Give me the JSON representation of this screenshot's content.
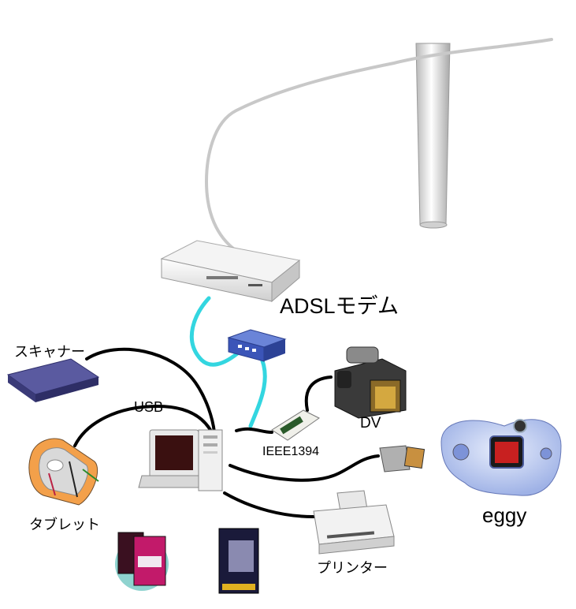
{
  "labels": {
    "adsl_modem": "ADSLモデム",
    "scanner": "スキャナー",
    "usb": "USB",
    "ieee1394": "IEEE1394",
    "dv": "DV",
    "eggy": "eggy",
    "tablet": "タブレット",
    "printer": "プリンター"
  },
  "colors": {
    "ethernet_cable": "#33d6e0",
    "usb_cable": "#000000",
    "phone_line": "#c8c8c8",
    "pole": "#dcdcdc",
    "hub": "#3b55b8",
    "eggy_body": "#c4d2f2"
  },
  "icons": [
    "utility-pole-icon",
    "adsl-modem-icon",
    "network-hub-icon",
    "scanner-icon",
    "tablet-icon",
    "pc-icon",
    "ieee1394-card-icon",
    "dv-camera-icon",
    "eggy-camera-icon",
    "card-reader-icon",
    "printer-icon",
    "software-box-icon"
  ]
}
